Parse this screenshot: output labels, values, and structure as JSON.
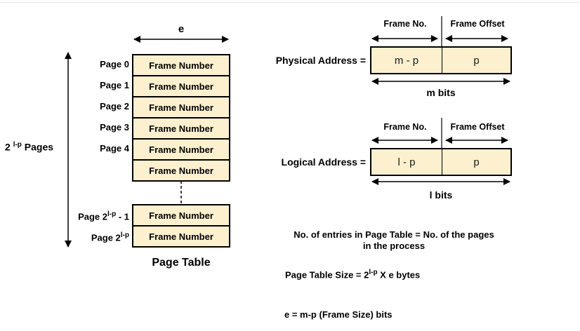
{
  "colors": {
    "box_fill": "#FCF0CF",
    "box_border": "#000000",
    "text": "#000000",
    "top_hairline": "#e9e9e9"
  },
  "page_table": {
    "entry_width_label": "e",
    "pages_label": {
      "pre": "2 ",
      "sup": "l-p",
      "post": " Pages"
    },
    "caption": "Page Table",
    "rows": [
      {
        "label_pre": "Page 0",
        "label_sup": "",
        "label_post": "",
        "cell": "Frame Number"
      },
      {
        "label_pre": "Page 1",
        "label_sup": "",
        "label_post": "",
        "cell": "Frame Number"
      },
      {
        "label_pre": "Page 2",
        "label_sup": "",
        "label_post": "",
        "cell": "Frame Number"
      },
      {
        "label_pre": "Page 3",
        "label_sup": "",
        "label_post": "",
        "cell": "Frame Number"
      },
      {
        "label_pre": "Page 4",
        "label_sup": "",
        "label_post": "",
        "cell": "Frame Number"
      },
      {
        "label_pre": "",
        "label_sup": "",
        "label_post": "",
        "cell": "Frame Number"
      },
      {
        "label_pre": "Page 2",
        "label_sup": "l-p",
        "label_post": " - 1",
        "cell": "Frame Number"
      },
      {
        "label_pre": "Page 2",
        "label_sup": "l-p",
        "label_post": "",
        "cell": "Frame Number"
      }
    ]
  },
  "address_diagrams": {
    "physical": {
      "label": "Physical Address =",
      "field1_header": "Frame No.",
      "field2_header": "Frame Offset",
      "field1_value": "m - p",
      "field2_value": "p",
      "width_label": "m bits"
    },
    "logical": {
      "label": "Logical Address =",
      "field1_header": "Frame No.",
      "field2_header": "Frame Offset",
      "field1_value": "l - p",
      "field2_value": "p",
      "width_label": "l bits"
    }
  },
  "notes": {
    "entries_line1": "No. of entries in Page Table = No. of the pages",
    "entries_line2": "in the process",
    "size_pre": "Page Table Size = 2",
    "size_sup": "l-p",
    "size_post": " X e bytes",
    "frame_size": "e = m-p (Frame Size) bits"
  }
}
